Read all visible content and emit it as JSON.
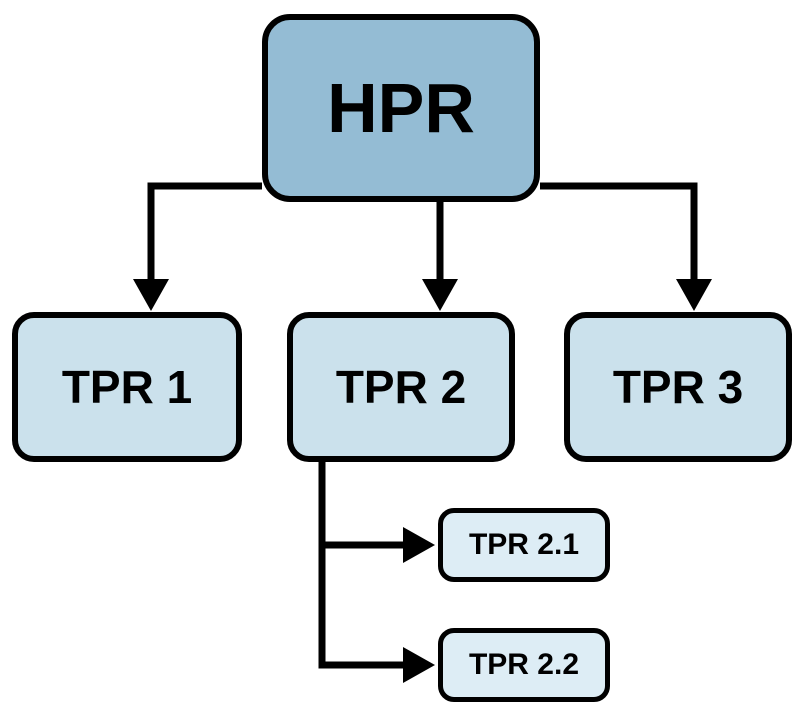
{
  "diagram": {
    "type": "hierarchy",
    "nodes": {
      "hpr": {
        "label": "HPR",
        "level": 0
      },
      "tpr1": {
        "label": "TPR 1",
        "level": 1
      },
      "tpr2": {
        "label": "TPR 2",
        "level": 1
      },
      "tpr3": {
        "label": "TPR 3",
        "level": 1
      },
      "tpr21": {
        "label": "TPR 2.1",
        "level": 2
      },
      "tpr22": {
        "label": "TPR 2.2",
        "level": 2
      }
    },
    "edges": [
      {
        "from": "hpr",
        "to": "tpr1",
        "style": "elbow-down"
      },
      {
        "from": "hpr",
        "to": "tpr2",
        "style": "straight-down"
      },
      {
        "from": "hpr",
        "to": "tpr3",
        "style": "elbow-down"
      },
      {
        "from": "tpr2",
        "to": "tpr21",
        "style": "elbow-right"
      },
      {
        "from": "tpr2",
        "to": "tpr22",
        "style": "elbow-right"
      }
    ],
    "colors": {
      "root_fill": "#94bcd4",
      "level1_fill": "#cbe1ec",
      "level2_fill": "#ddedf5",
      "border": "#000000",
      "arrow": "#000000",
      "background": "#ffffff"
    }
  }
}
